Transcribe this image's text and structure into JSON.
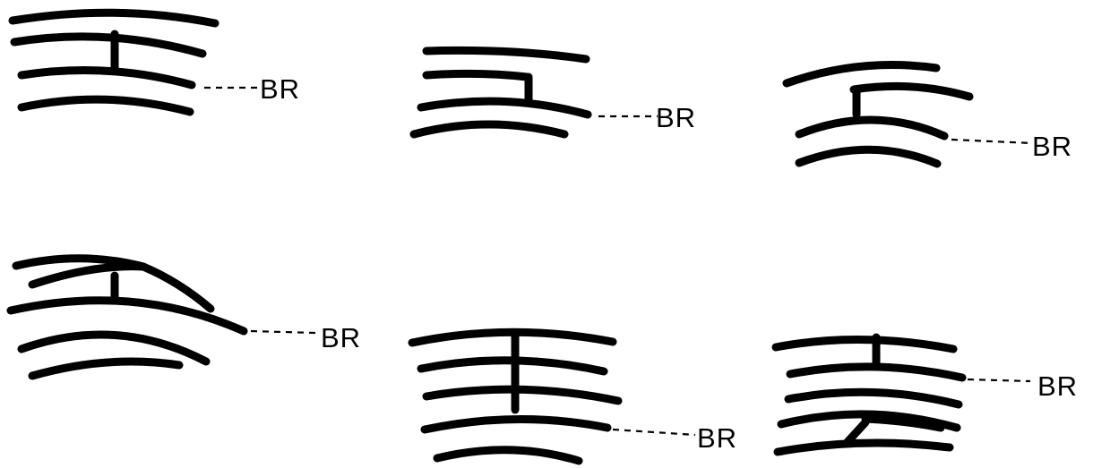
{
  "panels": [
    {
      "label": "BR"
    },
    {
      "label": "BR"
    },
    {
      "label": "BR"
    },
    {
      "label": "BR"
    },
    {
      "label": "BR"
    },
    {
      "label": "BR"
    }
  ]
}
